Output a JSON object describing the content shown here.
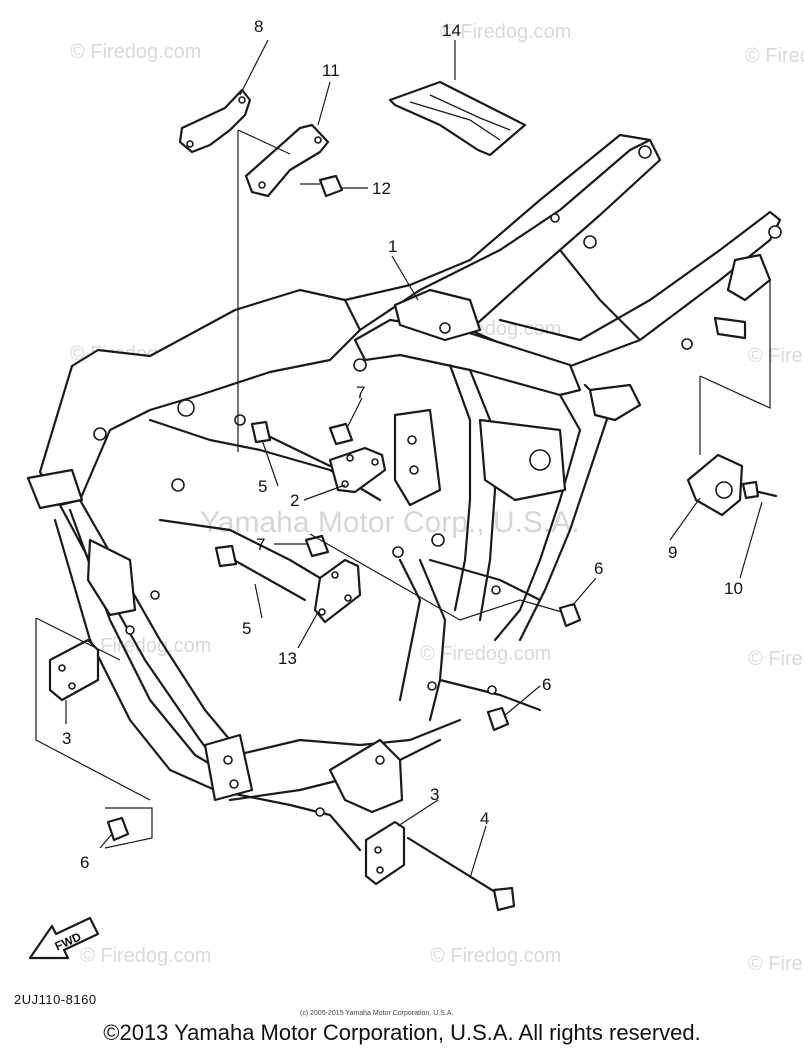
{
  "watermarks": {
    "brand": "© Firedog.com",
    "center": "Yamaha Motor Corp., U.S.A."
  },
  "callouts": [
    "1",
    "2",
    "3",
    "3",
    "4",
    "5",
    "5",
    "6",
    "6",
    "6",
    "7",
    "7",
    "8",
    "9",
    "10",
    "11",
    "12",
    "13",
    "14"
  ],
  "diagram_code": "2UJ110-8160",
  "fwd_label": "FWD",
  "small_copyright": "(c) 2005-2015 Yamaha Motor Corporation, U.S.A.",
  "copyright": "©2013 Yamaha Motor Corporation, U.S.A. All rights reserved."
}
